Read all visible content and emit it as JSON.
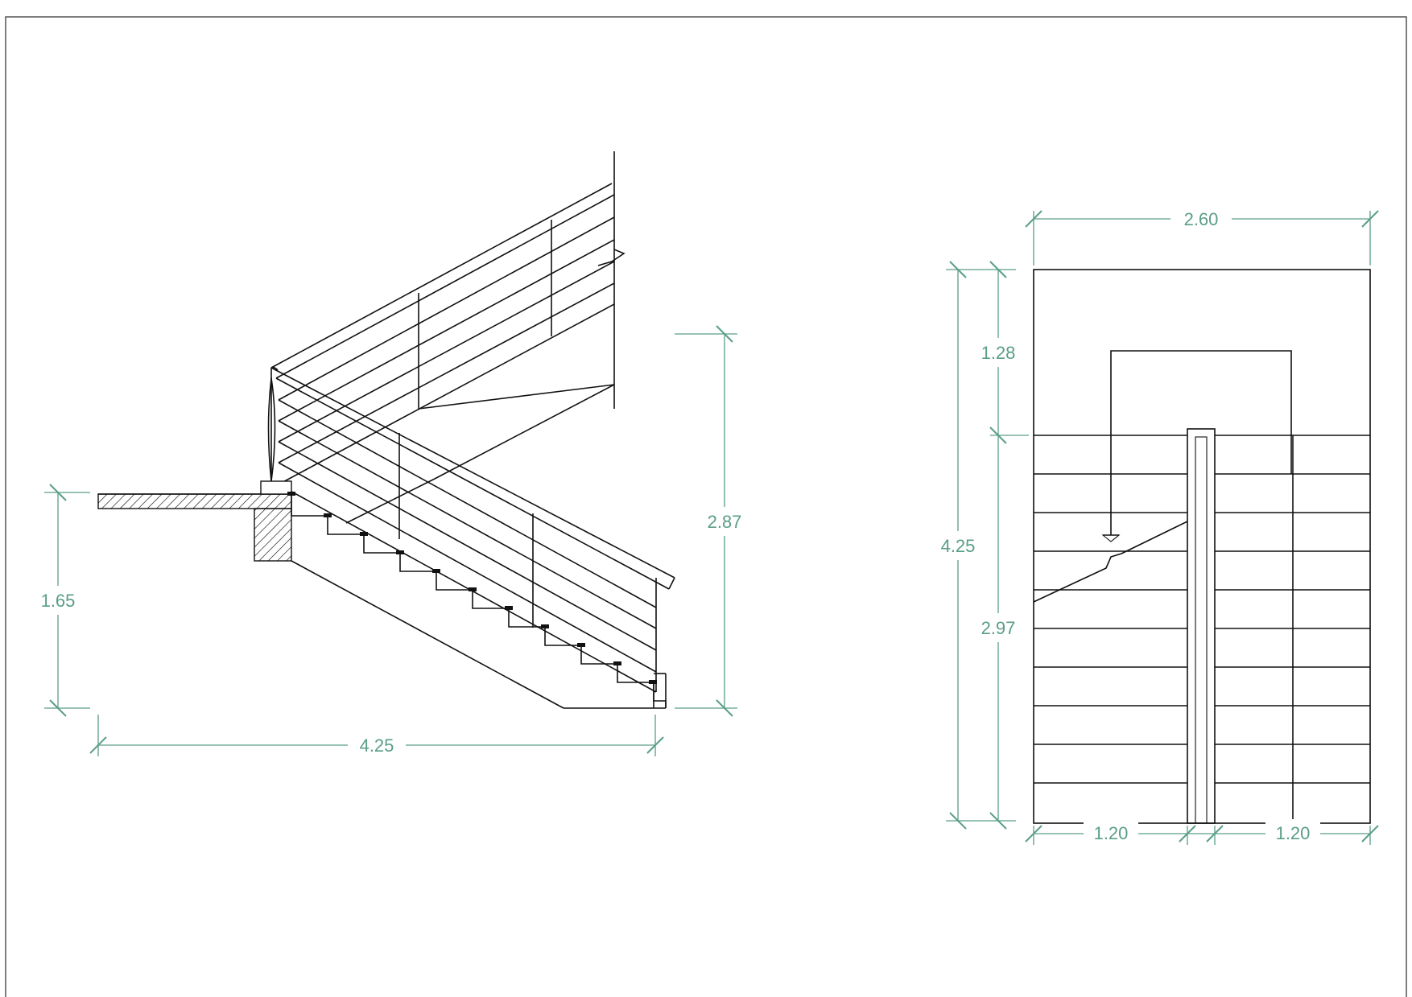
{
  "sheet": {
    "line_color": "#111111",
    "dimension_color": "#5a9e86",
    "border_color": "#555555"
  },
  "section_view": {
    "dimensions": {
      "landing_height": "1.65",
      "total_height": "2.87",
      "run_length": "4.25"
    }
  },
  "plan_view": {
    "dimensions": {
      "total_width": "2.60",
      "landing_depth": "1.28",
      "total_length": "4.25",
      "flight_length": "2.97",
      "left_flight_width": "1.20",
      "right_flight_width": "1.20"
    }
  }
}
